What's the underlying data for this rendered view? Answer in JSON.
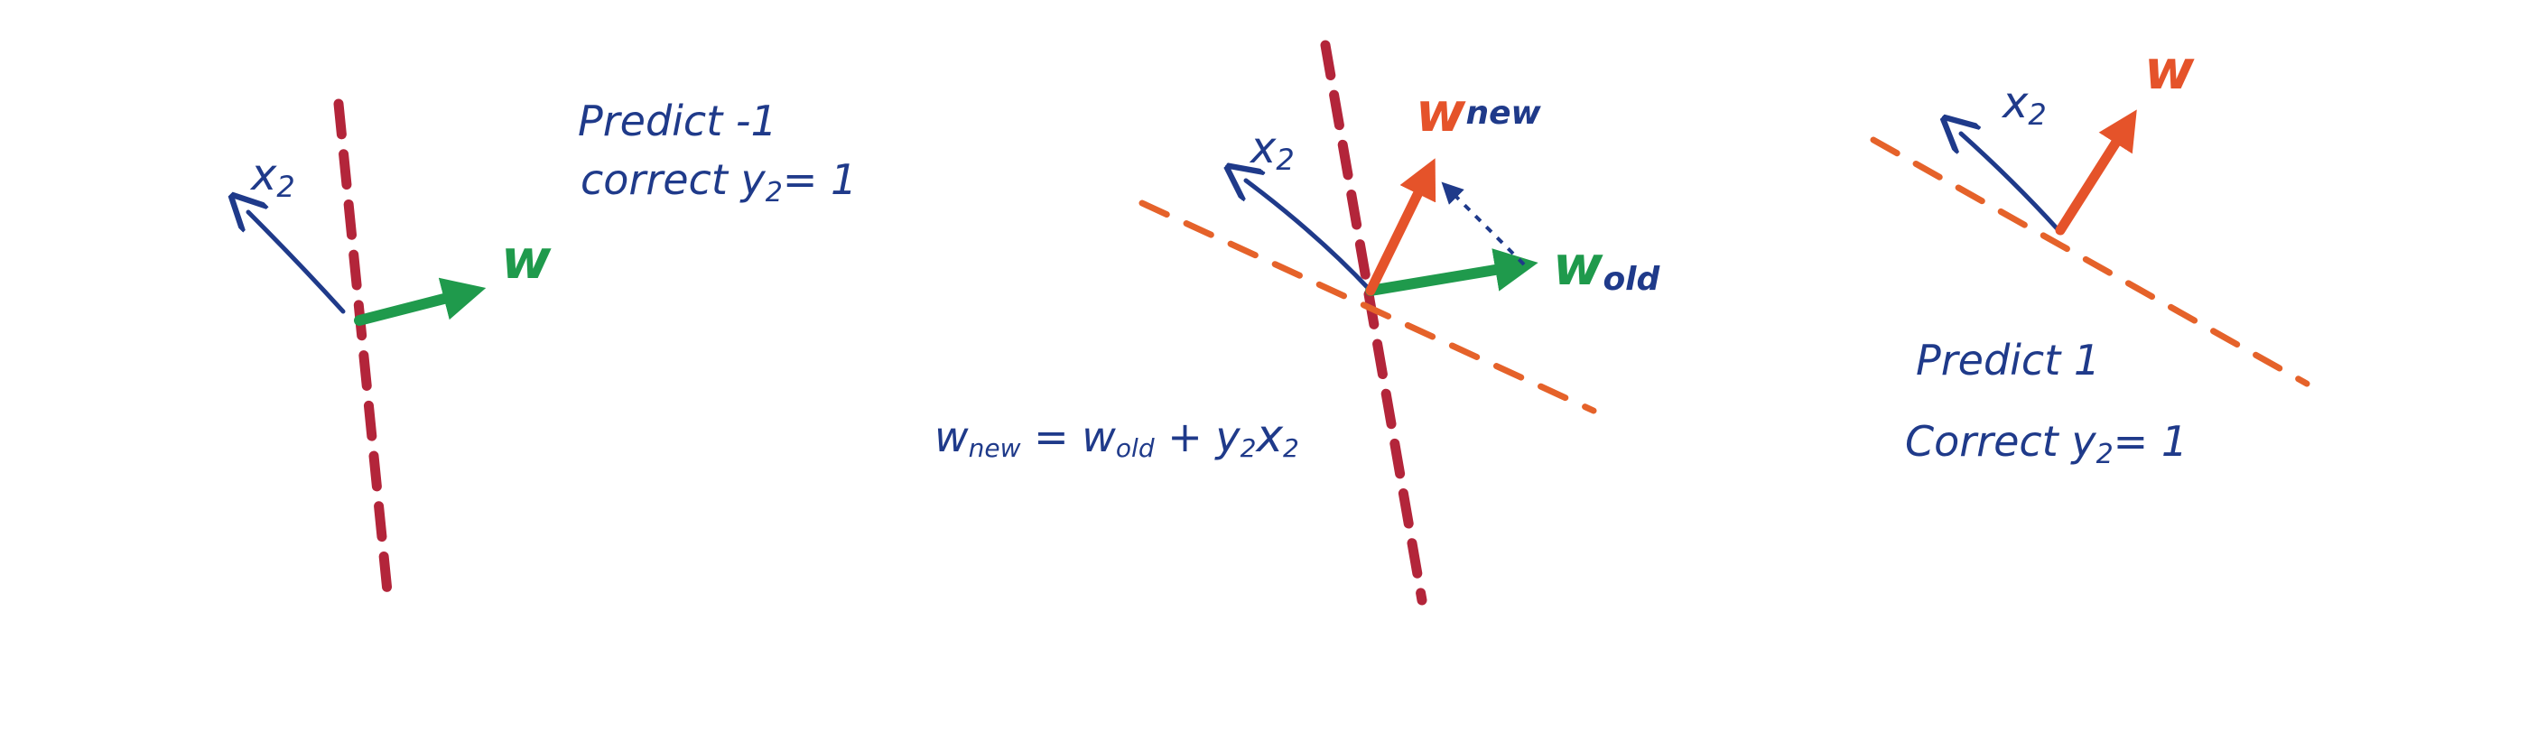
{
  "colors": {
    "boundary_old": "#b3253a",
    "boundary_new": "#e5622a",
    "w_old": "#1f9a4c",
    "w_new": "#e5532a",
    "ink": "#1f3a8a"
  },
  "panel1": {
    "x_label": "x",
    "x_sub": "2",
    "w_label": "w",
    "note_line1": "Predict -1",
    "note_line2_text": "correct y",
    "note_line2_sub": "2",
    "note_line2_value": "= 1"
  },
  "panel2": {
    "x_label": "x",
    "x_sub": "2",
    "w_new_label": "w",
    "w_new_sub": "new",
    "w_old_label": "w",
    "w_old_sub": "old",
    "eq_w1": "w",
    "eq_w1_sub": "new",
    "eq_mid": " = w",
    "eq_w2_sub": "old",
    "eq_plus": " + y",
    "eq_y_sub": "2",
    "eq_x": "x",
    "eq_x_sub": "2"
  },
  "panel3": {
    "x_label": "x",
    "x_sub": "2",
    "w_label": "w",
    "note_line1": "Predict 1",
    "note_line2_text": "Correct y",
    "note_line2_sub": "2",
    "note_line2_value": "= 1"
  }
}
